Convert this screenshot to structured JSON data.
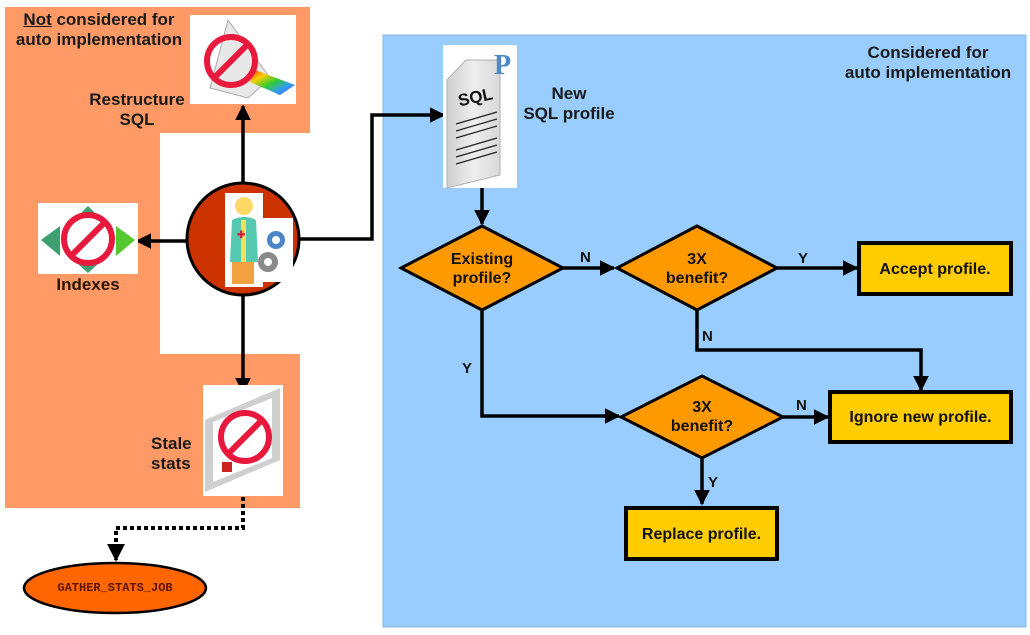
{
  "regions": {
    "not_considered": {
      "title_underlined": "Not",
      "title_rest": " considered for",
      "title_line2": "auto implementation",
      "fill": "#ff9966"
    },
    "considered": {
      "title_line1": "Considered for",
      "title_line2": "auto implementation",
      "fill": "#99ccff"
    }
  },
  "advisor": {
    "icon": "sql-tuning-advisor-doctor-gears-icon",
    "fill": "#cc3300"
  },
  "rejected_actions": [
    {
      "id": "restructure_sql",
      "line1": "Restructure",
      "line2": "SQL",
      "icon": "prism-prohibited-icon"
    },
    {
      "id": "indexes",
      "line1": "Indexes",
      "line2": "",
      "icon": "index-arrows-prohibited-icon"
    },
    {
      "id": "stale_stats",
      "line1": "Stale",
      "line2": "stats",
      "icon": "stats-board-prohibited-icon"
    }
  ],
  "gather_job": {
    "label": "GATHER_STATS_JOB",
    "fill": "#ff6600"
  },
  "new_profile": {
    "line1": "New",
    "line2": "SQL profile",
    "icon": "sql-profile-document-icon",
    "doc_text": "SQL",
    "doc_badge": "P"
  },
  "decisions": {
    "existing_profile": {
      "line1": "Existing",
      "line2": "profile?"
    },
    "benefit_new": {
      "line1": "3X",
      "line2": "benefit?"
    },
    "benefit_existing": {
      "line1": "3X",
      "line2": "benefit?"
    },
    "fill": "#ff9900"
  },
  "outcomes": {
    "accept": "Accept profile.",
    "ignore": "Ignore new profile.",
    "replace": "Replace profile.",
    "fill": "#ffcc00"
  },
  "edge_labels": {
    "existing_no": "N",
    "existing_yes": "Y",
    "benefit_new_yes": "Y",
    "benefit_new_no": "N",
    "benefit_existing_no": "N",
    "benefit_existing_yes": "Y"
  }
}
